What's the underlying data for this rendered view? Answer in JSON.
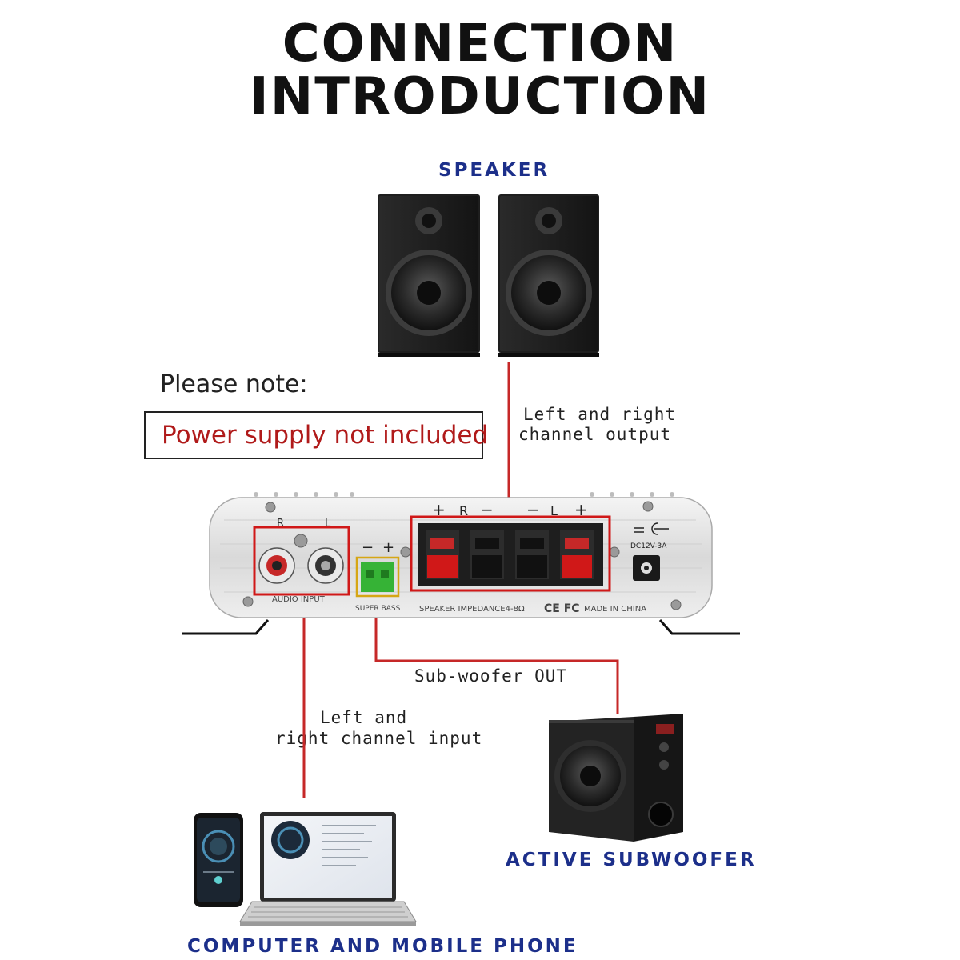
{
  "title": {
    "line1": "CONNECTION",
    "line2": "INTRODUCTION"
  },
  "labels": {
    "speaker": "SPEAKER",
    "note_heading": "Please note:",
    "note_text": "Power supply not included",
    "lr_output_line1": "Left and right",
    "lr_output_line2": "channel output",
    "subwoofer_out": "Sub-woofer OUT",
    "lr_input_line1": "Left and",
    "lr_input_line2": "right channel input",
    "active_subwoofer": "ACTIVE SUBWOOFER",
    "computer_phone": "COMPUTER AND MOBILE PHONE"
  },
  "amplifier": {
    "rca_r": "R",
    "rca_l": "L",
    "audio_input": "AUDIO INPUT",
    "sub_minus": "−",
    "sub_plus": "+",
    "super_bass": "SUPER BASS",
    "term_plus_r": "+",
    "term_r": "R",
    "term_minus_r": "−",
    "term_minus_l": "−",
    "term_l": "L",
    "term_plus_l": "+",
    "impedance": "SPEAKER IMPEDANCE4-8Ω",
    "ce_fc": "CE FC",
    "made_in": "MADE IN CHINA",
    "dc_rating": "DC12V-3A"
  },
  "colors": {
    "wire": "#c62828",
    "label_blue": "#1c2f8a",
    "note_red": "#b01a1a",
    "terminal_red": "#d01818",
    "terminal_black": "#1a1a1a",
    "sub_connector": "#36b336"
  },
  "icons": [
    "speaker-left-icon",
    "speaker-right-icon",
    "amplifier-icon",
    "subwoofer-icon",
    "phone-icon",
    "laptop-icon"
  ]
}
